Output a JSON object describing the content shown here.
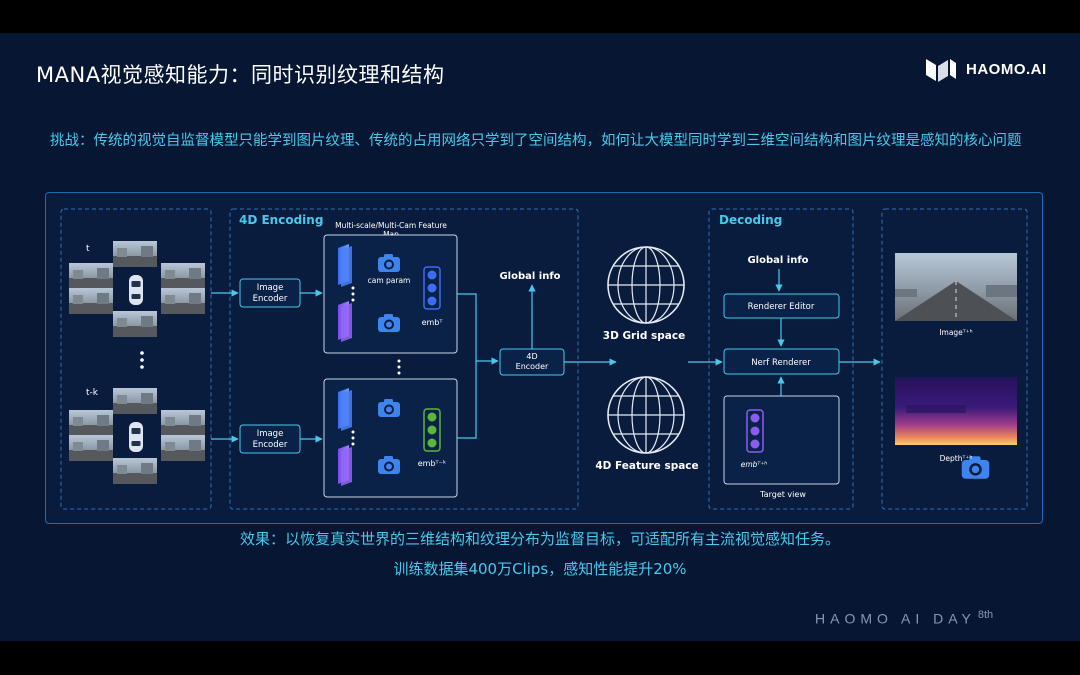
{
  "header": {
    "title": "MANA视觉感知能力：同时识别纹理和结构",
    "logo_text": "HAOMO.AI"
  },
  "challenge_text": "挑战：传统的视觉自监督模型只能学到图片纹理、传统的占用网络只学到了空间结构，如何让大模型同时学到三维空间结构和图片纹理是感知的核心问题",
  "diagram": {
    "time_t": "t",
    "time_tk": "t-k",
    "image_encoder_1": "Image Encoder",
    "image_encoder_2": "Image Encoder",
    "enc4d_title": "4D Encoding",
    "feature_map_title": "Multi-scale/Multi-Cam Feature Map",
    "cam_param": "cam param",
    "emb_t": "embᵀ",
    "emb_tk": "embᵀ⁻ᵏ",
    "global_info_left": "Global info",
    "encoder4d": "4D Encoder",
    "grid3d": "3D Grid space",
    "feature4d": "4D Feature space",
    "decoding_title": "Decoding",
    "global_info_right": "Global info",
    "renderer_editor": "Renderer Editor",
    "nerf_renderer": "Nerf Renderer",
    "emb_th": "embᵀ⁺ʰ",
    "target_view": "Target view",
    "image_out": "Imageᵀ⁺ʰ",
    "depth_out": "Depthᵀ⁺ʰ"
  },
  "effect_text": "效果：以恢复真实世界的三维结构和纹理分布为监督目标，可适配所有主流视觉感知任务。",
  "training_text": "训练数据集400万Clips，感知性能提升20%",
  "event": {
    "name": "HAOMO AI DAY",
    "edition": "8th"
  },
  "colors": {
    "slide_bg": "#071633",
    "accent_cyan": "#49c8ec",
    "border_blue": "#1f6cb4",
    "camera_blue": "#3e84ee",
    "emb_blue": "#3e6cf2",
    "emb_green": "#5db53a"
  }
}
